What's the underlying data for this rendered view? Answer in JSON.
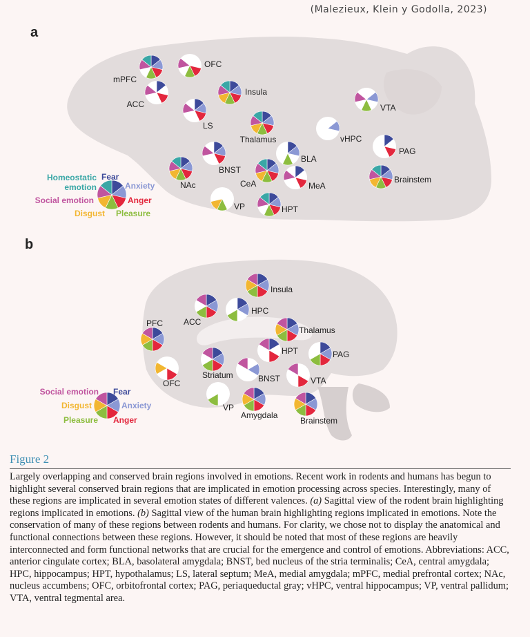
{
  "citation": "(Malezieux, Klein y Godolla, 2023)",
  "colors": {
    "Fear": "#3d4a9a",
    "Anxiety": "#8b98d4",
    "Anger": "#e3273d",
    "Pleasure": "#8dbd3f",
    "Disgust": "#f2b631",
    "Social emotion": "#c0559f",
    "Homeostatic emotion": "#3aa7a6",
    "brain": "#e2dcdc",
    "slice_bg": "#ffffff"
  },
  "panel_a": {
    "label": "a",
    "legend": {
      "Homeostatic emotion": [
        "Homeostatic",
        "emotion"
      ],
      "Fear": "Fear",
      "Anxiety": "Anxiety",
      "Social emotion": "Social emotion",
      "Anger": "Anger",
      "Disgust": "Disgust",
      "Pleasure": "Pleasure"
    },
    "regions": [
      {
        "name": "mPFC",
        "emotions": [
          "Fear",
          "Anxiety",
          "Anger",
          "Pleasure",
          "Social emotion",
          "Homeostatic emotion"
        ]
      },
      {
        "name": "OFC",
        "emotions": [
          "Anger",
          "Pleasure",
          "Social emotion"
        ]
      },
      {
        "name": "ACC",
        "emotions": [
          "Fear",
          "Anger",
          "Social emotion"
        ]
      },
      {
        "name": "Insula",
        "emotions": [
          "Fear",
          "Anxiety",
          "Anger",
          "Pleasure",
          "Disgust",
          "Social emotion",
          "Homeostatic emotion"
        ]
      },
      {
        "name": "LS",
        "emotions": [
          "Fear",
          "Anxiety",
          "Anger",
          "Social emotion"
        ]
      },
      {
        "name": "Thalamus",
        "emotions": [
          "Fear",
          "Anxiety",
          "Anger",
          "Pleasure",
          "Disgust",
          "Social emotion",
          "Homeostatic emotion"
        ]
      },
      {
        "name": "VTA",
        "emotions": [
          "Anxiety",
          "Pleasure",
          "Social emotion"
        ]
      },
      {
        "name": "vHPC",
        "emotions": [
          "Anxiety"
        ]
      },
      {
        "name": "PAG",
        "emotions": [
          "Fear",
          "Anger"
        ]
      },
      {
        "name": "BNST",
        "emotions": [
          "Fear",
          "Anxiety",
          "Anger",
          "Social emotion"
        ]
      },
      {
        "name": "BLA",
        "emotions": [
          "Fear",
          "Anxiety",
          "Pleasure"
        ]
      },
      {
        "name": "NAc",
        "emotions": [
          "Fear",
          "Anxiety",
          "Anger",
          "Pleasure",
          "Disgust",
          "Social emotion",
          "Homeostatic emotion"
        ]
      },
      {
        "name": "CeA",
        "emotions": [
          "Fear",
          "Anxiety",
          "Anger",
          "Pleasure",
          "Disgust",
          "Social emotion",
          "Homeostatic emotion"
        ]
      },
      {
        "name": "MeA",
        "emotions": [
          "Fear",
          "Anger",
          "Social emotion"
        ]
      },
      {
        "name": "Brainstem",
        "emotions": [
          "Fear",
          "Anxiety",
          "Anger",
          "Pleasure",
          "Disgust",
          "Social emotion",
          "Homeostatic emotion"
        ]
      },
      {
        "name": "VP",
        "emotions": [
          "Pleasure",
          "Disgust"
        ]
      },
      {
        "name": "HPT",
        "emotions": [
          "Fear",
          "Anxiety",
          "Anger",
          "Pleasure",
          "Social emotion",
          "Homeostatic emotion"
        ]
      }
    ]
  },
  "panel_b": {
    "label": "b",
    "legend": {
      "Social emotion": "Social emotion",
      "Fear": "Fear",
      "Disgust": "Disgust",
      "Anxiety": "Anxiety",
      "Pleasure": "Pleasure",
      "Anger": "Anger"
    },
    "regions": [
      {
        "name": "Insula",
        "emotions": [
          "Fear",
          "Anxiety",
          "Anger",
          "Pleasure",
          "Disgust",
          "Social emotion"
        ]
      },
      {
        "name": "ACC",
        "emotions": [
          "Fear",
          "Anxiety",
          "Anger",
          "Pleasure",
          "Social emotion"
        ]
      },
      {
        "name": "HPC",
        "emotions": [
          "Fear",
          "Anxiety",
          "Pleasure"
        ]
      },
      {
        "name": "PFC",
        "emotions": [
          "Fear",
          "Anxiety",
          "Anger",
          "Pleasure",
          "Disgust",
          "Social emotion"
        ]
      },
      {
        "name": "Thalamus",
        "emotions": [
          "Fear",
          "Anxiety",
          "Anger",
          "Pleasure",
          "Disgust",
          "Social emotion"
        ]
      },
      {
        "name": "HPT",
        "emotions": [
          "Fear",
          "Anger",
          "Social emotion"
        ]
      },
      {
        "name": "PAG",
        "emotions": [
          "Fear",
          "Anxiety",
          "Anger",
          "Pleasure"
        ]
      },
      {
        "name": "OFC",
        "emotions": [
          "Anger",
          "Disgust"
        ]
      },
      {
        "name": "Striatum",
        "emotions": [
          "Fear",
          "Anxiety",
          "Anger",
          "Pleasure",
          "Social emotion"
        ]
      },
      {
        "name": "BNST",
        "emotions": [
          "Anxiety",
          "Social emotion"
        ]
      },
      {
        "name": "VTA",
        "emotions": [
          "Anger",
          "Social emotion"
        ]
      },
      {
        "name": "VP",
        "emotions": [
          "Pleasure"
        ]
      },
      {
        "name": "Amygdala",
        "emotions": [
          "Fear",
          "Anxiety",
          "Anger",
          "Pleasure",
          "Disgust",
          "Social emotion"
        ]
      },
      {
        "name": "Brainstem",
        "emotions": [
          "Fear",
          "Anxiety",
          "Anger",
          "Pleasure",
          "Disgust",
          "Social emotion"
        ]
      }
    ]
  },
  "caption": {
    "title": "Figure 2",
    "p1": "Largely overlapping and conserved brain regions involved in emotions. Recent work in rodents and humans has begun to highlight several conserved brain regions that are implicated in emotion processing across species. Interestingly, many of these regions are implicated in several emotion states of different valences.",
    "a_tag": "(a)",
    "p2": " Sagittal view of the rodent brain highlighting regions implicated in emotions. ",
    "b_tag": "(b)",
    "p3": " Sagittal view of the human brain highlighting regions implicated in emotions. Note the conservation of many of these regions between rodents and humans. For clarity, we chose not to display the anatomical and functional connections between these regions. However, it should be noted that most of these regions are heavily interconnected and form functional networks that are crucial for the emergence and control of emotions. Abbreviations: ACC, anterior cingulate cortex; BLA, basolateral amygdala; BNST, bed nucleus of the stria terminalis; CeA, central amygdala; HPC, hippocampus; HPT, hypothalamus; LS, lateral septum; MeA, medial amygdala; mPFC, medial prefrontal cortex; NAc, nucleus accumbens; OFC, orbitofrontal cortex; PAG, periaqueductal gray; vHPC, ventral hippocampus; VP, ventral pallidum; VTA, ventral tegmental area."
  }
}
